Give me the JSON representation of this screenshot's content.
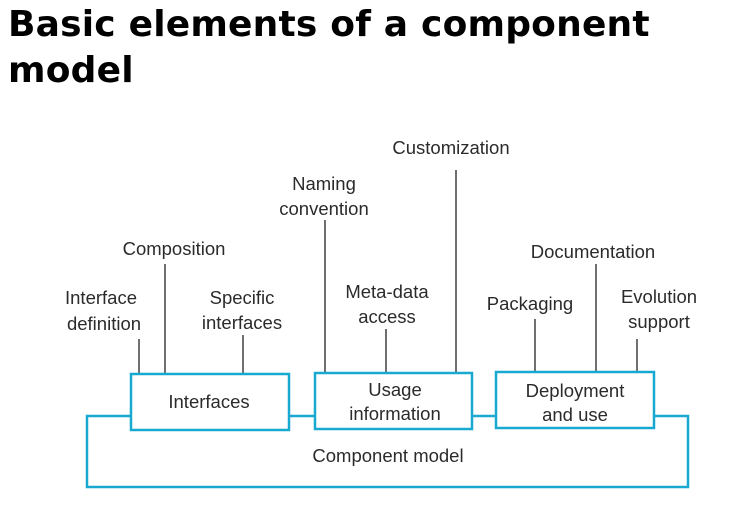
{
  "slide": {
    "title_line1": "Basic elements of a component",
    "title_line2": "model"
  },
  "diagram": {
    "outer_box": "Component model",
    "groups": {
      "interfaces": "Interfaces",
      "usage_line1": "Usage",
      "usage_line2": "information",
      "deployment_line1": "Deployment",
      "deployment_line2": "and use"
    },
    "elements": {
      "interface_definition_line1": "Interface",
      "interface_definition_line2": "definition",
      "composition": "Composition",
      "specific_interfaces_line1": "Specific",
      "specific_interfaces_line2": "interfaces",
      "naming_convention_line1": "Naming",
      "naming_convention_line2": "convention",
      "meta_data_access_line1": "Meta-data",
      "meta_data_access_line2": "access",
      "customization": "Customization",
      "packaging": "Packaging",
      "documentation": "Documentation",
      "evolution_support_line1": "Evolution",
      "evolution_support_line2": "support"
    },
    "accent_color": "#18a9d1"
  }
}
